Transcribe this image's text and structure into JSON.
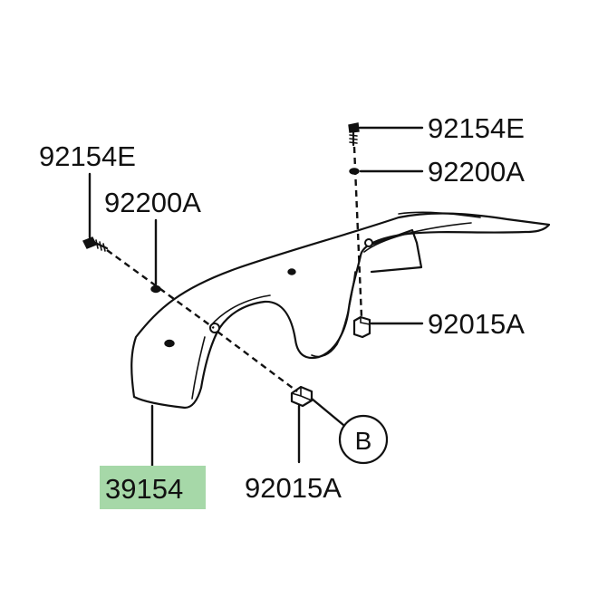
{
  "labels": {
    "bolt_left": "92154E",
    "washer_left": "92200A",
    "bolt_right": "92154E",
    "washer_right": "92200A",
    "nut_right": "92015A",
    "nut_bottom": "92015A",
    "part_main": "39154",
    "ref_b": "B"
  },
  "colors": {
    "highlight": "#a6d8a8",
    "line": "#111111",
    "background": "#ffffff"
  }
}
